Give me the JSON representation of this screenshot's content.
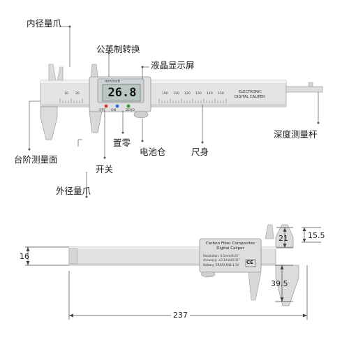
{
  "labels": {
    "inner_jaw": "内径量爪",
    "unit_switch": "公英制转换",
    "lcd_screen": "液晶显示屏",
    "depth_rod": "深度测量杆",
    "step_face": "台阶测量面",
    "zero": "置零",
    "battery": "电池仓",
    "ruler": "尺身",
    "power": "开关",
    "outer_jaw": "外径量爪"
  },
  "caliper_top": {
    "lcd_value": "26.8",
    "unit_label": "mm/inch",
    "btn_off": "OFF",
    "btn_on": "ON",
    "btn_zero": "ZERO",
    "brand_line1": "ELECTRONIC",
    "brand_line2": "DIGITAL CALIPER",
    "scale_marks": [
      "10",
      "20",
      "100",
      "110",
      "120",
      "130",
      "140",
      "150"
    ]
  },
  "caliper_bottom": {
    "title_line1": "Carbon Fiber Composites",
    "title_line2": "Digital Caliper",
    "spec_resolution": "Resolution: 0.1mm/0.01\"",
    "spec_accuracy": "Accuracy: ±0.1mm/0.01\"",
    "spec_battery": "Battery: SR44/LR44 1.5V",
    "mark": "CE"
  },
  "dimensions": {
    "rod_width": "16",
    "jaw_width": "21",
    "jaw_tip": "15.5",
    "jaw_depth": "39.5",
    "total_length": "237"
  }
}
